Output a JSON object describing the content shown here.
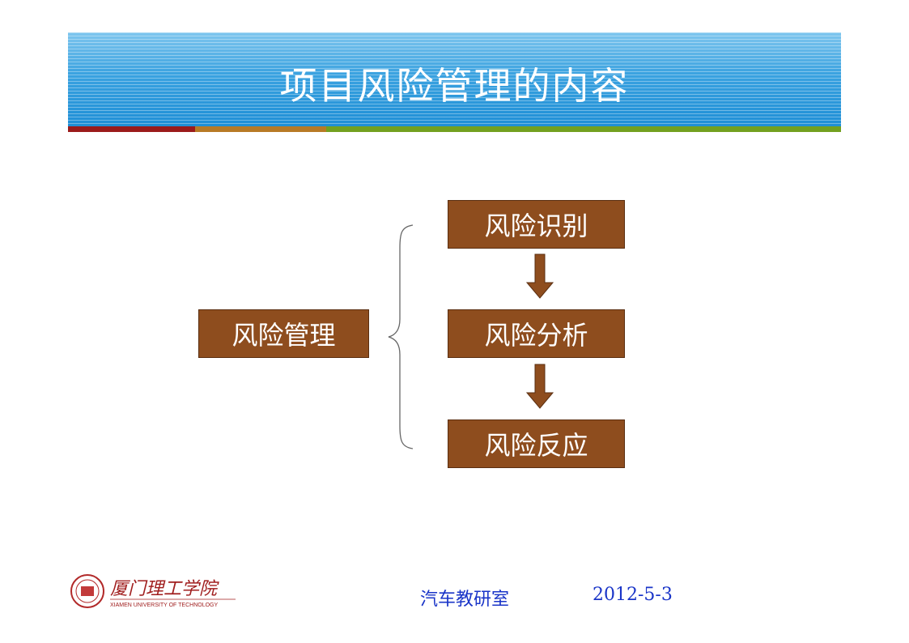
{
  "slide": {
    "title": "项目风险管理的内容"
  },
  "diagram": {
    "root": "风险管理",
    "steps": [
      "风险识别",
      "风险分析",
      "风险反应"
    ]
  },
  "footer": {
    "department": "汽车教研室",
    "date": "2012-5-3",
    "logo_text_cn": "厦门理工学院",
    "logo_text_en": "XIAMEN UNIVERSITY OF TECHNOLOGY"
  },
  "colors": {
    "banner": "#2a96da",
    "box_fill": "#8e4d1e",
    "footer_text": "#1a35c8",
    "bar_red": "#9b1b1b",
    "bar_orange": "#b87a26",
    "bar_green": "#73a020"
  }
}
